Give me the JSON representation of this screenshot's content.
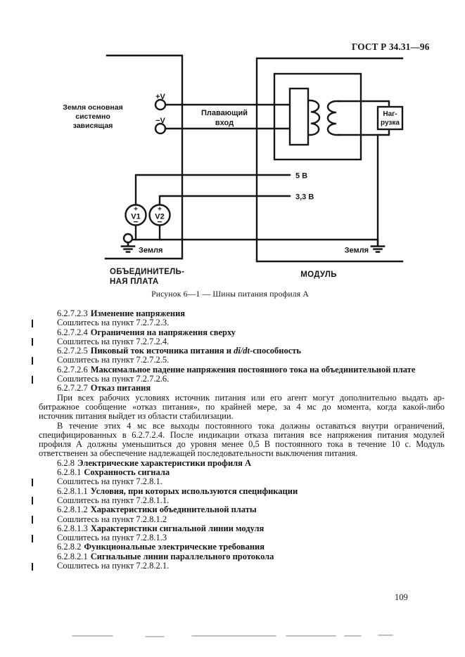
{
  "doc": {
    "number": "ГОСТ Р 34.31—96",
    "page": "109"
  },
  "figure": {
    "caption": "Рисунок 6—1 — Шины питания профиля А"
  },
  "diagram": {
    "system_ground_label": [
      "Земля основная",
      "системно",
      "зависящая"
    ],
    "plus_v": "+V",
    "minus_v": "−V",
    "floating_input": [
      "Плавающий",
      "вход"
    ],
    "bus_5v": "5 В",
    "bus_3v3": "3,3 В",
    "v1": "V1",
    "v2": "V2",
    "plus": "+",
    "minus": "−",
    "ground_left": "Земля",
    "ground_right": "Земля",
    "load": [
      "Наг-",
      "рузка"
    ],
    "backplane": [
      "ОБЪЕДИНИТЕЛЬ-",
      "НАЯ ПЛАТА"
    ],
    "module": "МОДУЛЬ",
    "ink_color": "#151515"
  },
  "body": {
    "lines": [
      {
        "t": "h",
        "num": "6.2.7.2.3",
        "title": "Изменение напряжения"
      },
      {
        "t": "r",
        "text": "Сошлитесь на пункт 7.2.7.2.3.",
        "bar": true
      },
      {
        "t": "h",
        "num": "6.2.7.2.4",
        "title": "Ограничения на напряжения сверху"
      },
      {
        "t": "r",
        "text": "Сошлитесь на пункт 7.2.7.2.4.",
        "bar": true
      },
      {
        "t": "hi",
        "num": "6.2.7.2.5",
        "pre": "Пиковый ток источника питания и ",
        "it": "di/dt",
        "post": "-способность"
      },
      {
        "t": "r",
        "text": "Сошлитесь на пункт 7.2.7.2.5.",
        "bar": true
      },
      {
        "t": "h",
        "num": "6.2.7.2.6",
        "title": "Максимальное падение напряжения постоянного тока на объединительной плате"
      },
      {
        "t": "r",
        "text": "Сошлитесь на пункт 7.2.7.2.6.",
        "bar": true
      },
      {
        "t": "h",
        "num": "6.2.7.2.7",
        "title": "Отказ питания"
      },
      {
        "t": "p",
        "text": "При всех рабочих условиях источник питания или его агент могут дополнительно выдать ар-",
        "just": true,
        "indent": true
      },
      {
        "t": "p",
        "text": "битражное сообщение «отказ питания», по крайней мере, за 4 мс до момента, когда какой-либо",
        "just": true
      },
      {
        "t": "p",
        "text": "источник питания выйдет из области стабилизации."
      },
      {
        "t": "p",
        "text": "В течение этих 4 мс все выходы постоянного тока должны оставаться внутри ограничений,",
        "just": true,
        "indent": true
      },
      {
        "t": "p",
        "text": "специфицированных в 6.2.7.2.4. После индикации отказа питания все напряжения питания модулей",
        "just": true
      },
      {
        "t": "p",
        "text": "профиля А должны уменьшиться до уровня менее 0,5 В постоянного тока в течение 10 с. Модуль",
        "just": true
      },
      {
        "t": "p",
        "text": "ответственен за обеспечение надлежащей последовательности выключения питания."
      },
      {
        "t": "h",
        "num": "6.2.8",
        "title": "Электрические характеристики профиля А"
      },
      {
        "t": "h",
        "num": "6.2.8.1",
        "title": "Сохранность сигнала"
      },
      {
        "t": "r",
        "text": "Сошлитесь на пункт 7.2.8.1.",
        "bar": true
      },
      {
        "t": "h",
        "num": "6.2.8.1.1",
        "title": "Условия, при которых используются спецификации"
      },
      {
        "t": "r",
        "text": "Сошлитесь на пункт 7.2.8.1.1.",
        "bar": true
      },
      {
        "t": "h",
        "num": "6.2.8.1.2",
        "title": "Характеристики объединительной платы"
      },
      {
        "t": "r",
        "text": "Сошлитесь на пункт 7.2.8.1.2",
        "bar": true
      },
      {
        "t": "h",
        "num": "6.2.8.1.3",
        "title": "Характеристики сигнальной линии модуля"
      },
      {
        "t": "r",
        "text": "Сошлитесь на пункт 7.2.8.1.3",
        "bar": true
      },
      {
        "t": "h",
        "num": "6.2.8.2",
        "title": "Функциональные электрические требования"
      },
      {
        "t": "h",
        "num": "6.2.8.2.1",
        "title": "Сигнальные линии параллельного протокола"
      },
      {
        "t": "r",
        "text": "Сошлитесь на пункт 7.2.8.2.1.",
        "bar": true
      }
    ]
  }
}
